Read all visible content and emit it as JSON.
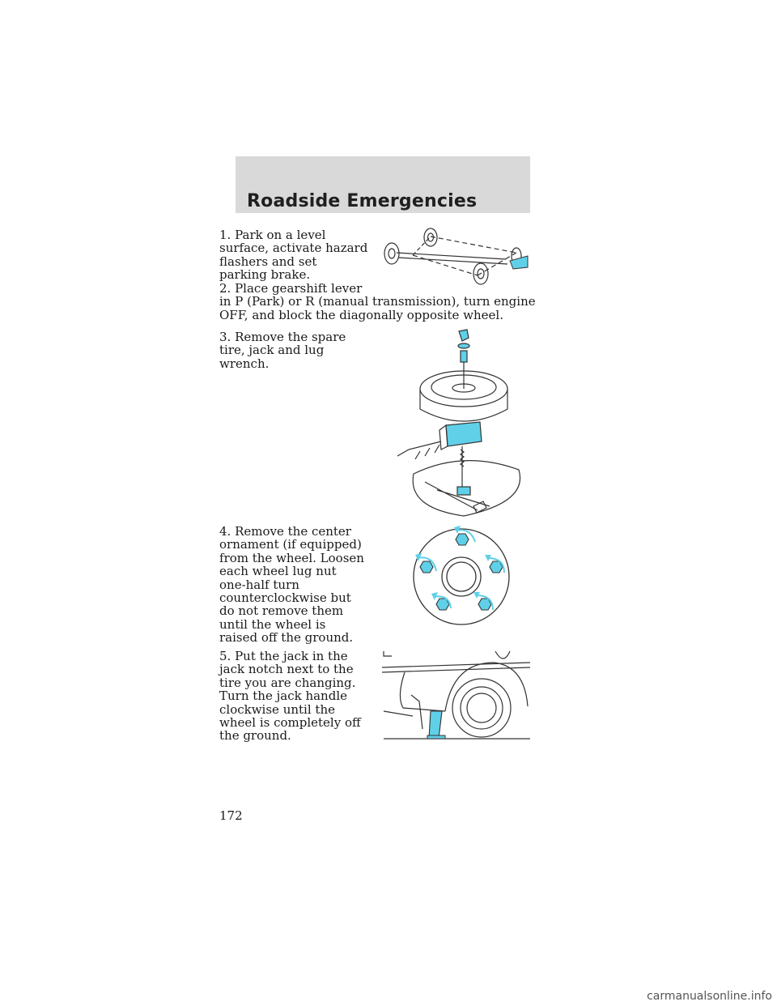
{
  "header": {
    "title": "Roadside Emergencies"
  },
  "steps": [
    {
      "lines": [
        "1. Park on a level",
        "surface, activate hazard",
        "flashers and set",
        "parking brake."
      ]
    },
    {
      "lines": [
        "2. Place gearshift lever",
        "in P (Park) or R (manual transmission), turn engine",
        "OFF, and block the diagonally opposite wheel."
      ]
    },
    {
      "lines": [
        "3. Remove the spare",
        "tire, jack and lug",
        "wrench."
      ]
    },
    {
      "lines": [
        "4. Remove the center",
        "ornament (if equipped)",
        "from the wheel. Loosen",
        "each wheel lug nut",
        "one-half turn",
        "counterclockwise but",
        "do not remove them",
        "until the wheel is",
        "raised off the ground."
      ]
    },
    {
      "lines": [
        "5. Put the jack in the",
        "jack notch next to the",
        "tire you are changing.",
        "Turn the jack handle",
        "clockwise until the",
        "wheel is completely off",
        "the ground."
      ]
    }
  ],
  "page_number": "172",
  "footer": {
    "watermark": "carmanualsonline.info"
  },
  "colors": {
    "accent": "#5fd0e8",
    "header_bg": "#d9d9d9"
  }
}
